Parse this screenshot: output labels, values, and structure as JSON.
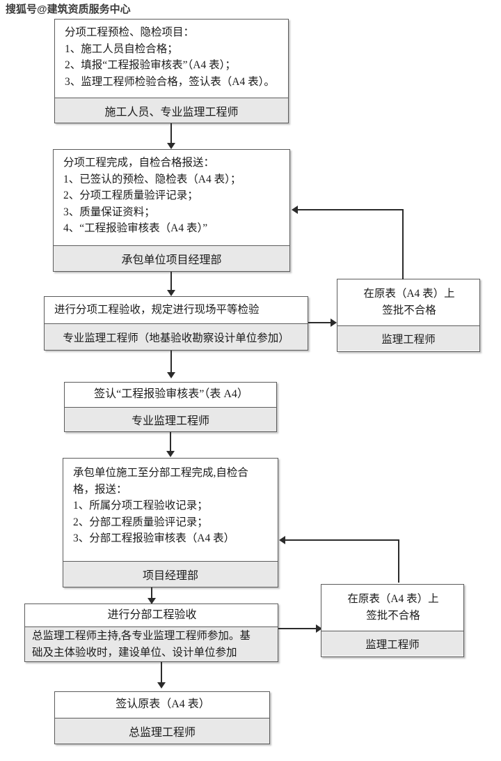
{
  "watermark": "搜狐号@建筑资质服务中心",
  "colors": {
    "box_border": "#5b5b5b",
    "role_fill": "#e8e8e8",
    "body_fill": "#ffffff",
    "connector": "#2b2b2b",
    "text": "#1a1a1a"
  },
  "nodes": {
    "n1": {
      "lines": [
        "分项工程预检、隐检项目：",
        "1、施工人员自检合格；",
        "2、填报“工程报验审核表”（A4 表）；",
        "3、监理工程师检验合格，签认表（A4 表）。"
      ],
      "role": "施工人员、专业监理工程师"
    },
    "n2": {
      "lines": [
        "分项工程完成，自检合格报送：",
        "1、已签认的预检、隐检表（A4 表）；",
        "2、分项工程质量验评记录；",
        "3、质量保证资料；",
        "4、“工程报验审核表（A4 表）”"
      ],
      "role": "承包单位项目经理部"
    },
    "n3": {
      "lines": [
        "进行分项工程验收，规定进行现场平等检验"
      ],
      "role": "专业监理工程师（地基验收勘察设计单位参加）"
    },
    "n4": {
      "lines": [
        "签认“工程报验审核表”（表 A4）"
      ],
      "role": "专业监理工程师"
    },
    "n5": {
      "lines": [
        "承包单位施工至分部工程完成,自检合",
        "格，报送：",
        "1、所属分项工程验收记录；",
        "2、分部工程质量验评记录；",
        "3、分部工程报验审核表（A4 表）"
      ],
      "role": "项目经理部"
    },
    "n6": {
      "lines": [
        "进行分部工程验收"
      ],
      "role_lines": [
        "总监理工程师主持,各专业监理工程师参加。基",
        "础及主体验收时，建设单位、设计单位参加"
      ]
    },
    "n7": {
      "lines": [
        "签认原表（A4 表）"
      ],
      "role": "总监理工程师"
    },
    "r1": {
      "lines": [
        "在原表（A4 表）上",
        "签批不合格"
      ],
      "role": "监理工程师"
    },
    "r2": {
      "lines": [
        "在原表（A4 表）上",
        "签批不合格"
      ],
      "role": "监理工程师"
    }
  }
}
